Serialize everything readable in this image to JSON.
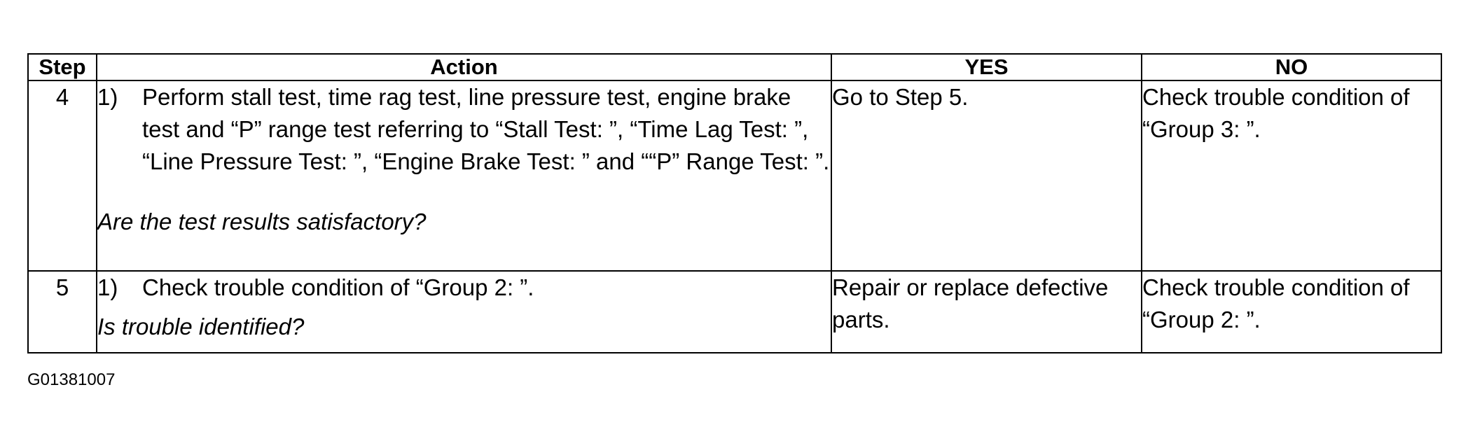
{
  "table": {
    "headers": {
      "step": "Step",
      "action": "Action",
      "yes": "YES",
      "no": "NO"
    },
    "rows": [
      {
        "step": "4",
        "item_number": "1)",
        "item_text": "Perform stall test, time rag test, line pressure test, engine brake test and “P” range test referring to “Stall Test: ”, “Time Lag Test: ”, “Line Pressure Test: ”, “Engine Brake Test: ” and ““P” Range Test: ”.",
        "question": "Are the test results satisfactory?",
        "yes": "Go to Step 5.",
        "no": "Check trouble condition of “Group 3: ”."
      },
      {
        "step": "5",
        "item_number": "1)",
        "item_text": "Check trouble condition of “Group 2: ”.",
        "question": "Is trouble identified?",
        "yes": "Repair or replace defective parts.",
        "no": "Check trouble condition of “Group 2: ”."
      }
    ]
  },
  "figure_code": "G01381007"
}
